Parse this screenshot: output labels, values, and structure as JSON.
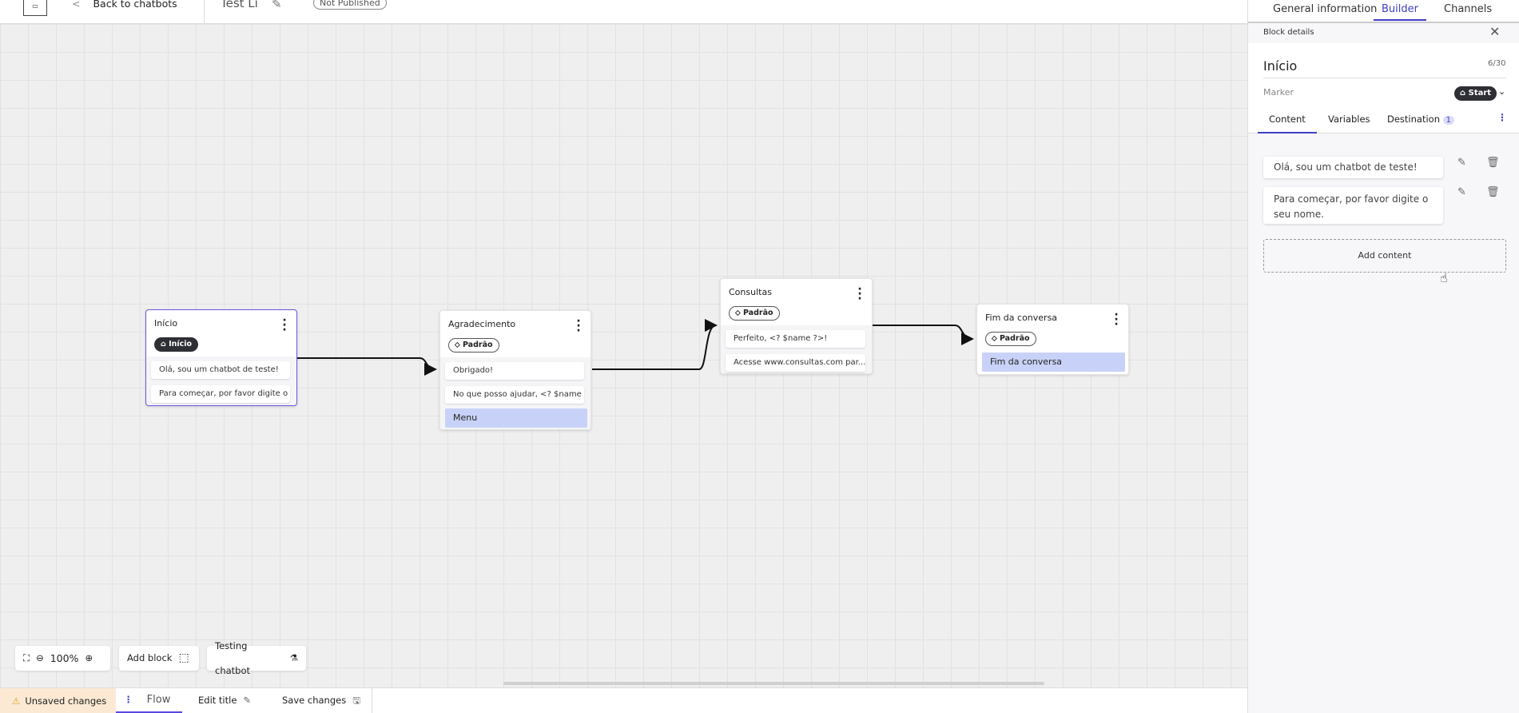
{
  "topbar": {
    "back_label": "Back to chatbots",
    "chatbot_title": "Test Li",
    "status_badge": "Not Published"
  },
  "nav_tabs": [
    {
      "label": "General information"
    },
    {
      "label": "Builder",
      "active": true
    },
    {
      "label": "Channels"
    }
  ],
  "canvas": {
    "nodes": [
      {
        "title": "Início",
        "tag": "Início",
        "tag_icon": "home-icon",
        "messages": [
          "Olá, sou um chatbot de teste!",
          "Para começar, por favor digite o ..."
        ],
        "selected": true
      },
      {
        "title": "Agradecimento",
        "tag": "Padrão",
        "tag_icon": "tag-icon",
        "messages": [
          "Obrigado!",
          "No que posso ajudar, <? $name ..."
        ],
        "menu": "Menu"
      },
      {
        "title": "Consultas",
        "tag": "Padrão",
        "tag_icon": "tag-icon",
        "messages": [
          "Perfeito, <? $name ?>!",
          "Acesse www.consultas.com par..."
        ]
      },
      {
        "title": "Fim da conversa",
        "tag": "Padrão",
        "tag_icon": "tag-icon",
        "menu": "Fim da conversa"
      }
    ],
    "toolbar": {
      "zoom_level": "100%",
      "add_block": "Add block",
      "testing": "Testing chatbot"
    }
  },
  "bottombar": {
    "unsaved": "Unsaved changes",
    "flow": "Flow",
    "edit_title": "Edit title",
    "save_changes": "Save changes"
  },
  "panel": {
    "header": "Block details",
    "title": "Início",
    "char_count": "6/30",
    "marker_label": "Marker",
    "marker_value": "Start",
    "tabs": [
      {
        "label": "Content",
        "active": true
      },
      {
        "label": "Variables"
      },
      {
        "label": "Destination",
        "badge": "1"
      }
    ],
    "contents": [
      "Olá, sou um chatbot de teste!",
      "Para começar, por favor digite o seu nome."
    ],
    "add_content": "Add content"
  },
  "colors": {
    "accent": "#3f3fc4",
    "selected_border": "#6a5ae0",
    "menu_bg": "#c8d2f8",
    "unsaved_bg": "#fbe9d3"
  }
}
